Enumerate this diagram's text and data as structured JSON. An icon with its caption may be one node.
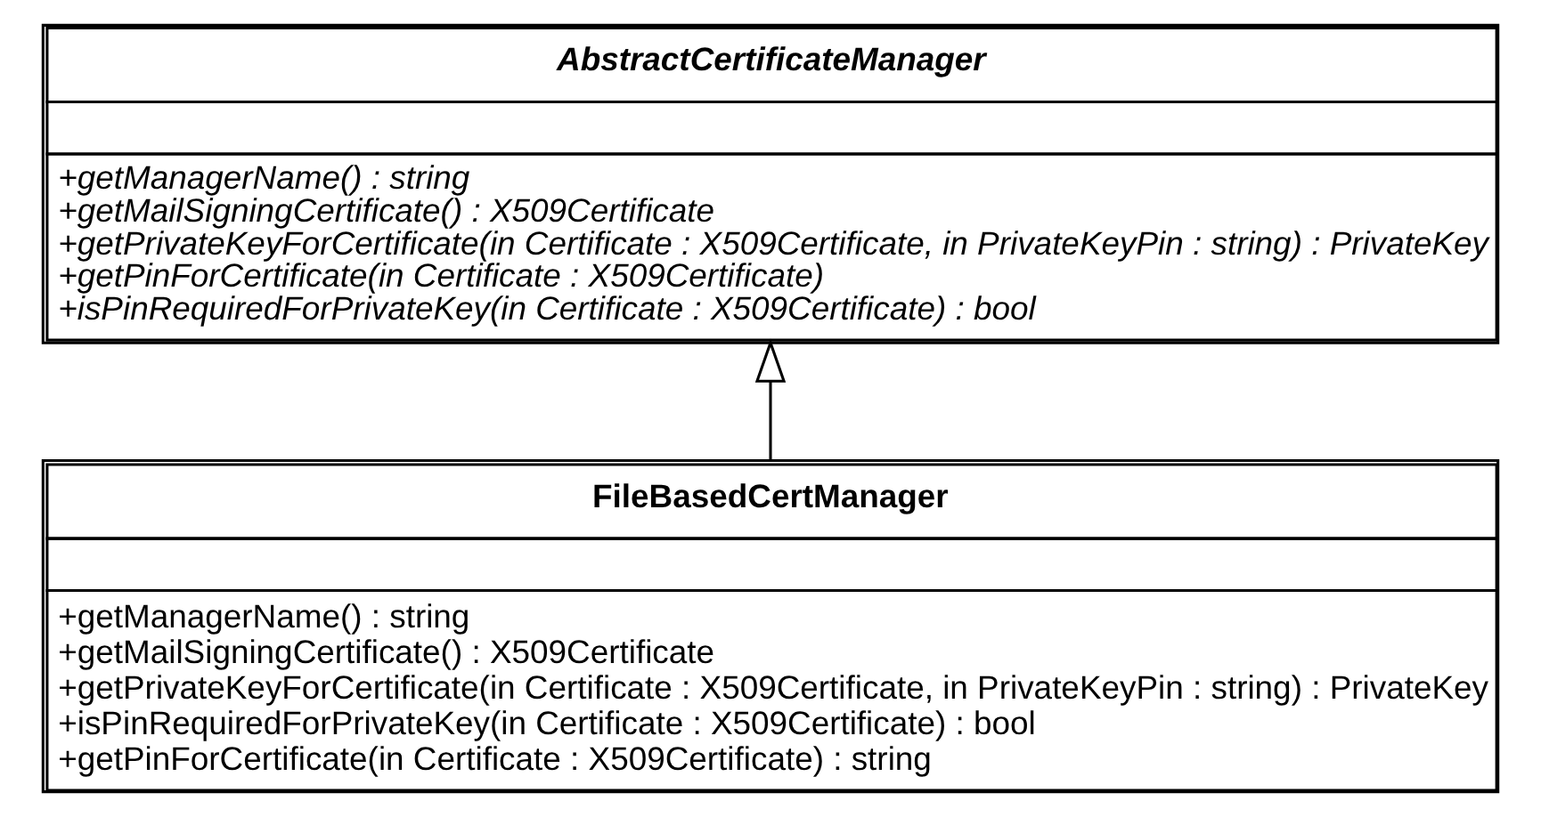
{
  "diagram": {
    "nodes": [
      {
        "text": [
          "AbstractCertificateManager",
          "+getManagerName() : string",
          "+getMailSigningCertificate() : X509Certificate",
          "+getPrivateKeyForCertificate(in Certificate : X509Certificate, in PrivateKeyPin : string) : PrivateKey",
          "+getPinForCertificate(in Certificate : X509Certificate)",
          "+isPinRequiredForPrivateKey(in Certificate : X509Certificate) : bool"
        ]
      },
      {
        "text": [
          "FileBasedCertManager",
          "+getManagerName() : string",
          "+getMailSigningCertificate() : X509Certificate",
          "+getPrivateKeyForCertificate(in Certificate : X509Certificate, in PrivateKeyPin : string) : PrivateKey",
          "+isPinRequiredForPrivateKey(in Certificate : X509Certificate) : bool",
          "+getPinForCertificate(in Certificate : X509Certificate) : string"
        ]
      }
    ],
    "edges": [
      {
        "from": 1,
        "to": 0,
        "arrow": "to"
      }
    ]
  }
}
